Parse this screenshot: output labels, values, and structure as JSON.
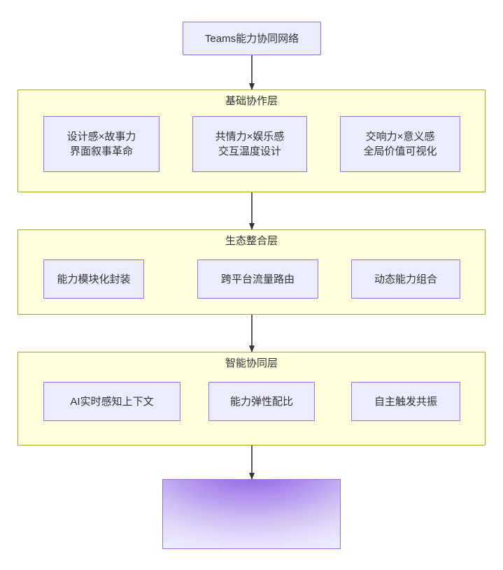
{
  "diagram": {
    "title": "Teams能力协同网络",
    "orientation": "top-down",
    "colors": {
      "node_fill": "#ececff",
      "node_border": "#9370db",
      "layer_fill": "#ffffde",
      "layer_border": "#aaaa33",
      "edge": "#333333",
      "text": "#333333",
      "terminal_gradient_start": "#8a5fe0",
      "terminal_gradient_end": "#ececff"
    }
  },
  "root": {
    "label": "Teams能力协同网络"
  },
  "layers": [
    {
      "id": "layer-1",
      "title": "基础协作层",
      "nodes": [
        {
          "line1": "设计感×故事力",
          "line2": "界面叙事革命"
        },
        {
          "line1": "共情力×娱乐感",
          "line2": "交互温度设计"
        },
        {
          "line1": "交响力×意义感",
          "line2": "全局价值可视化"
        }
      ]
    },
    {
      "id": "layer-2",
      "title": "生态整合层",
      "nodes": [
        {
          "line1": "能力模块化封装",
          "line2": ""
        },
        {
          "line1": "跨平台流量路由",
          "line2": ""
        },
        {
          "line1": "动态能力组合",
          "line2": ""
        }
      ]
    },
    {
      "id": "layer-3",
      "title": "智能协同层",
      "nodes": [
        {
          "line1": "AI实时感知上下文",
          "line2": ""
        },
        {
          "line1": "能力弹性配比",
          "line2": ""
        },
        {
          "line1": "自主触发共振",
          "line2": ""
        }
      ]
    }
  ],
  "terminal": {
    "label": ""
  },
  "edges": [
    {
      "from": "root",
      "to": "layer-1"
    },
    {
      "from": "layer-1",
      "to": "layer-2"
    },
    {
      "from": "layer-2",
      "to": "layer-3"
    },
    {
      "from": "layer-3",
      "to": "terminal"
    }
  ]
}
